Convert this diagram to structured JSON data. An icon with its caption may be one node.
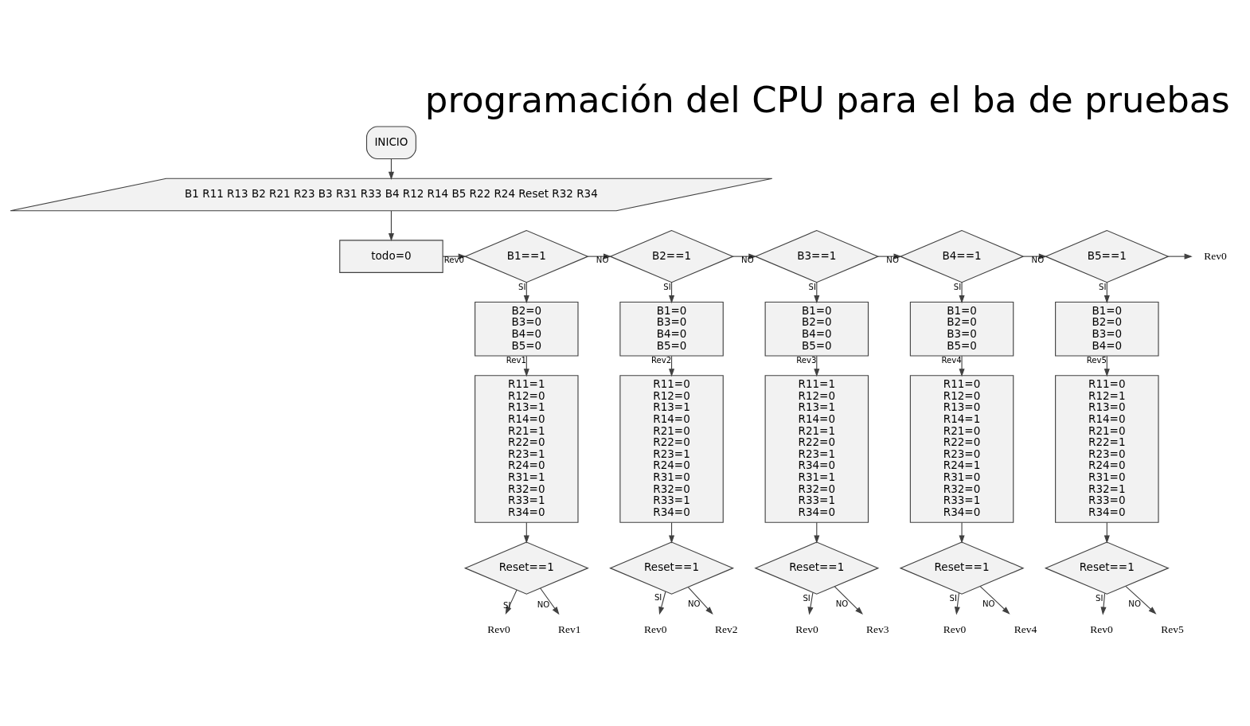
{
  "diagram": {
    "title": "programación del CPU para el ba de pruebas",
    "nodes": [
      {
        "text": [
          "INICIO"
        ]
      },
      {
        "text": [
          "B1 R11 R13 B2 R21 R23 B3 R31 R33 B4 R12 R14 B5 R22 R24 Reset R32 R34"
        ]
      },
      {
        "text": [
          "todo=0"
        ]
      },
      {
        "text": [
          "B1==1"
        ]
      },
      {
        "text": [
          "B2=0",
          "B3=0",
          "B4=0",
          "B5=0"
        ]
      },
      {
        "text": [
          "R11=1",
          "R12=0",
          "R13=1",
          "R14=0",
          "R21=1",
          "R22=0",
          "R23=1",
          "R24=0",
          "R31=1",
          "R32=0",
          "R33=1",
          "R34=0"
        ]
      },
      {
        "text": [
          "Reset==1"
        ]
      },
      {
        "text": [
          "Rev0"
        ]
      },
      {
        "text": [
          "Rev1"
        ]
      },
      {
        "text": [
          "B2==1"
        ]
      },
      {
        "text": [
          "B1=0",
          "B3=0",
          "B4=0",
          "B5=0"
        ]
      },
      {
        "text": [
          "R11=0",
          "R12=0",
          "R13=1",
          "R14=0",
          "R21=0",
          "R22=0",
          "R23=1",
          "R24=0",
          "R31=0",
          "R32=0",
          "R33=1",
          "R34=0"
        ]
      },
      {
        "text": [
          "Reset==1"
        ]
      },
      {
        "text": [
          "Rev0"
        ]
      },
      {
        "text": [
          "Rev2"
        ]
      },
      {
        "text": [
          "B3==1"
        ]
      },
      {
        "text": [
          "B1=0",
          "B2=0",
          "B4=0",
          "B5=0"
        ]
      },
      {
        "text": [
          "R11=1",
          "R12=0",
          "R13=1",
          "R14=0",
          "R21=1",
          "R22=0",
          "R23=1",
          "R34=0",
          "R31=1",
          "R32=0",
          "R33=1",
          "R34=0"
        ]
      },
      {
        "text": [
          "Reset==1"
        ]
      },
      {
        "text": [
          "Rev0"
        ]
      },
      {
        "text": [
          "Rev3"
        ]
      },
      {
        "text": [
          "B4==1"
        ]
      },
      {
        "text": [
          "B1=0",
          "B2=0",
          "B3=0",
          "B5=0"
        ]
      },
      {
        "text": [
          "R11=0",
          "R12=0",
          "R13=0",
          "R14=1",
          "R21=0",
          "R22=0",
          "R23=0",
          "R24=1",
          "R31=0",
          "R32=0",
          "R33=1",
          "R34=0"
        ]
      },
      {
        "text": [
          "Reset==1"
        ]
      },
      {
        "text": [
          "Rev0"
        ]
      },
      {
        "text": [
          "Rev4"
        ]
      },
      {
        "text": [
          "B5==1"
        ]
      },
      {
        "text": [
          "B1=0",
          "B2=0",
          "B3=0",
          "B4=0"
        ]
      },
      {
        "text": [
          "R11=0",
          "R12=1",
          "R13=0",
          "R14=0",
          "R21=0",
          "R22=1",
          "R23=0",
          "R24=0",
          "R31=0",
          "R32=1",
          "R33=0",
          "R34=0"
        ]
      },
      {
        "text": [
          "Reset==1"
        ]
      },
      {
        "text": [
          "Rev0"
        ]
      },
      {
        "text": [
          "Rev5"
        ]
      },
      {
        "text": [
          "Rev0"
        ]
      }
    ],
    "edges": [
      {
        "from": 0,
        "to": 1,
        "arrow": "to"
      },
      {
        "from": 1,
        "to": 2,
        "arrow": "to"
      },
      {
        "from": 2,
        "to": 3,
        "arrow": "to",
        "label": "Rev0"
      },
      {
        "from": 3,
        "to": 9,
        "arrow": "to",
        "label": "NO"
      },
      {
        "from": 9,
        "to": 15,
        "arrow": "to",
        "label": "NO"
      },
      {
        "from": 15,
        "to": 21,
        "arrow": "to",
        "label": "NO"
      },
      {
        "from": 21,
        "to": 27,
        "arrow": "to",
        "label": "NO"
      },
      {
        "from": 27,
        "to": 33,
        "arrow": "to"
      },
      {
        "from": 3,
        "to": 4,
        "arrow": "to",
        "label": "SI"
      },
      {
        "from": 4,
        "to": 5,
        "arrow": "to",
        "label": "Rev1"
      },
      {
        "from": 5,
        "to": 6,
        "arrow": "to"
      },
      {
        "from": 6,
        "to": 7,
        "arrow": "to",
        "label": "SI"
      },
      {
        "from": 6,
        "to": 8,
        "arrow": "to",
        "label": "NO"
      },
      {
        "from": 9,
        "to": 10,
        "arrow": "to",
        "label": "SI"
      },
      {
        "from": 10,
        "to": 11,
        "arrow": "to",
        "label": "Rev2"
      },
      {
        "from": 11,
        "to": 12,
        "arrow": "to"
      },
      {
        "from": 12,
        "to": 13,
        "arrow": "to",
        "label": "SI"
      },
      {
        "from": 12,
        "to": 14,
        "arrow": "to",
        "label": "NO"
      },
      {
        "from": 15,
        "to": 16,
        "arrow": "to",
        "label": "SI"
      },
      {
        "from": 16,
        "to": 17,
        "arrow": "to",
        "label": "Rev3"
      },
      {
        "from": 17,
        "to": 18,
        "arrow": "to"
      },
      {
        "from": 18,
        "to": 19,
        "arrow": "to",
        "label": "SI"
      },
      {
        "from": 18,
        "to": 20,
        "arrow": "to",
        "label": "NO"
      },
      {
        "from": 21,
        "to": 22,
        "arrow": "to",
        "label": "SI"
      },
      {
        "from": 22,
        "to": 23,
        "arrow": "to",
        "label": "Rev4"
      },
      {
        "from": 23,
        "to": 24,
        "arrow": "to"
      },
      {
        "from": 24,
        "to": 25,
        "arrow": "to",
        "label": "SI"
      },
      {
        "from": 24,
        "to": 26,
        "arrow": "to",
        "label": "NO"
      },
      {
        "from": 27,
        "to": 28,
        "arrow": "to",
        "label": "SI"
      },
      {
        "from": 28,
        "to": 29,
        "arrow": "to",
        "label": "Rev5"
      },
      {
        "from": 29,
        "to": 30,
        "arrow": "to"
      },
      {
        "from": 30,
        "to": 31,
        "arrow": "to",
        "label": "SI"
      },
      {
        "from": 30,
        "to": 32,
        "arrow": "to",
        "label": "NO"
      }
    ]
  }
}
